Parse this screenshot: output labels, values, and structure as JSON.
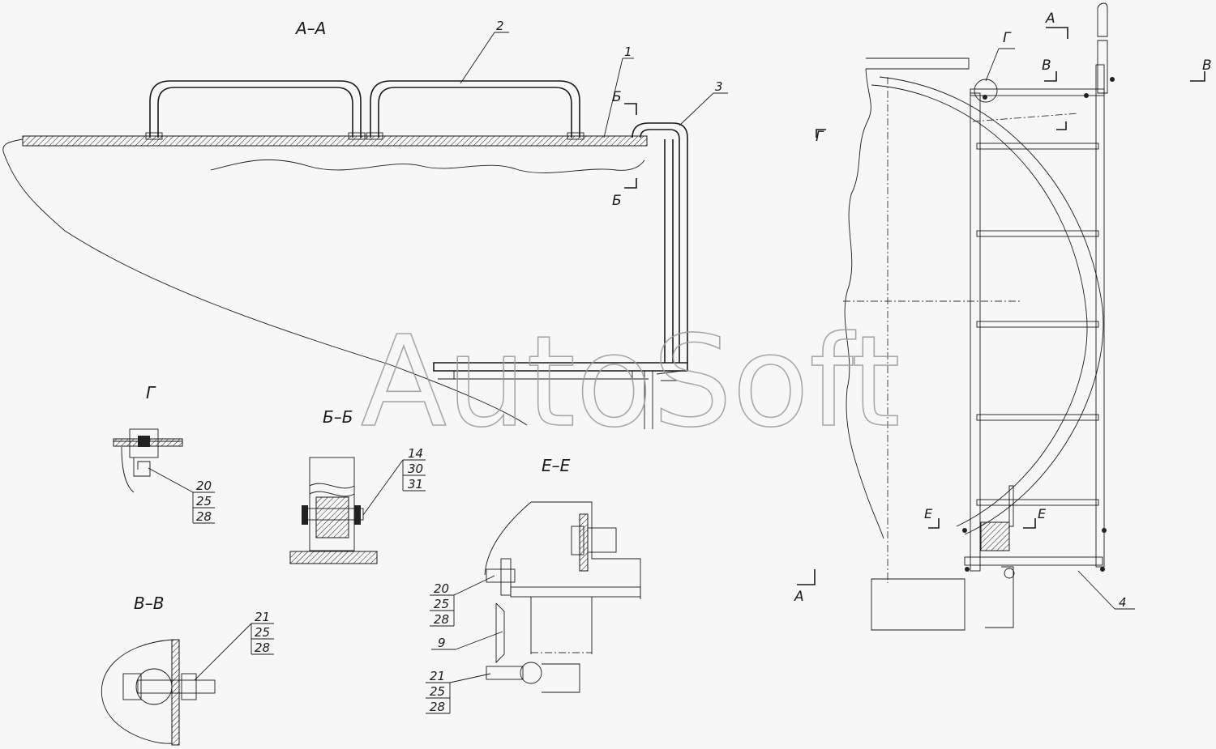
{
  "views": {
    "aa": "А–А",
    "bb": "Б–Б",
    "vv": "В–В",
    "g": "Г",
    "ee": "Е–Е"
  },
  "section_marks": {
    "a_top": "А",
    "a_bottom": "А",
    "b_top": "Б",
    "b_bottom": "Б",
    "v_left": "В",
    "v_right": "В",
    "g_ref": "Г",
    "g_side": "Г",
    "e_left": "Е",
    "e_right": "Е"
  },
  "callouts": {
    "aa_1": "1",
    "aa_2": "2",
    "aa_3": "3",
    "main_4": "4",
    "g_stack": [
      "20",
      "25",
      "28"
    ],
    "bb_stack": [
      "14",
      "30",
      "31"
    ],
    "vv_stack": [
      "21",
      "25",
      "28"
    ],
    "ee_top_stack": [
      "20",
      "25",
      "28"
    ],
    "ee_mid": "9",
    "ee_bottom_stack": [
      "21",
      "25",
      "28"
    ]
  },
  "watermark": "AutoSoft"
}
